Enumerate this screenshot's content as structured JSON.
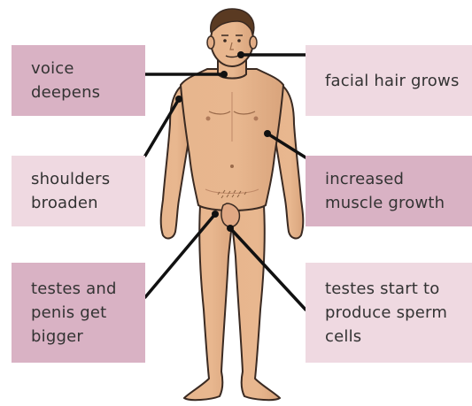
{
  "labels": {
    "voice": "voice\ndeepens",
    "facial_hair": "facial hair grows",
    "shoulders": "shoulders\nbroaden",
    "muscle": "increased\nmuscle growth",
    "testes_penis": "testes and\npenis get\nbigger",
    "sperm": "testes start to\nproduce sperm\ncells"
  },
  "colors": {
    "box_dark": "#d9b2c4",
    "box_light": "#efd9e1",
    "skin": "#e6b48c",
    "skin_shadow": "#d39a72",
    "hair": "#5a3a22",
    "outline": "#3a2a22",
    "connector": "#111111"
  }
}
